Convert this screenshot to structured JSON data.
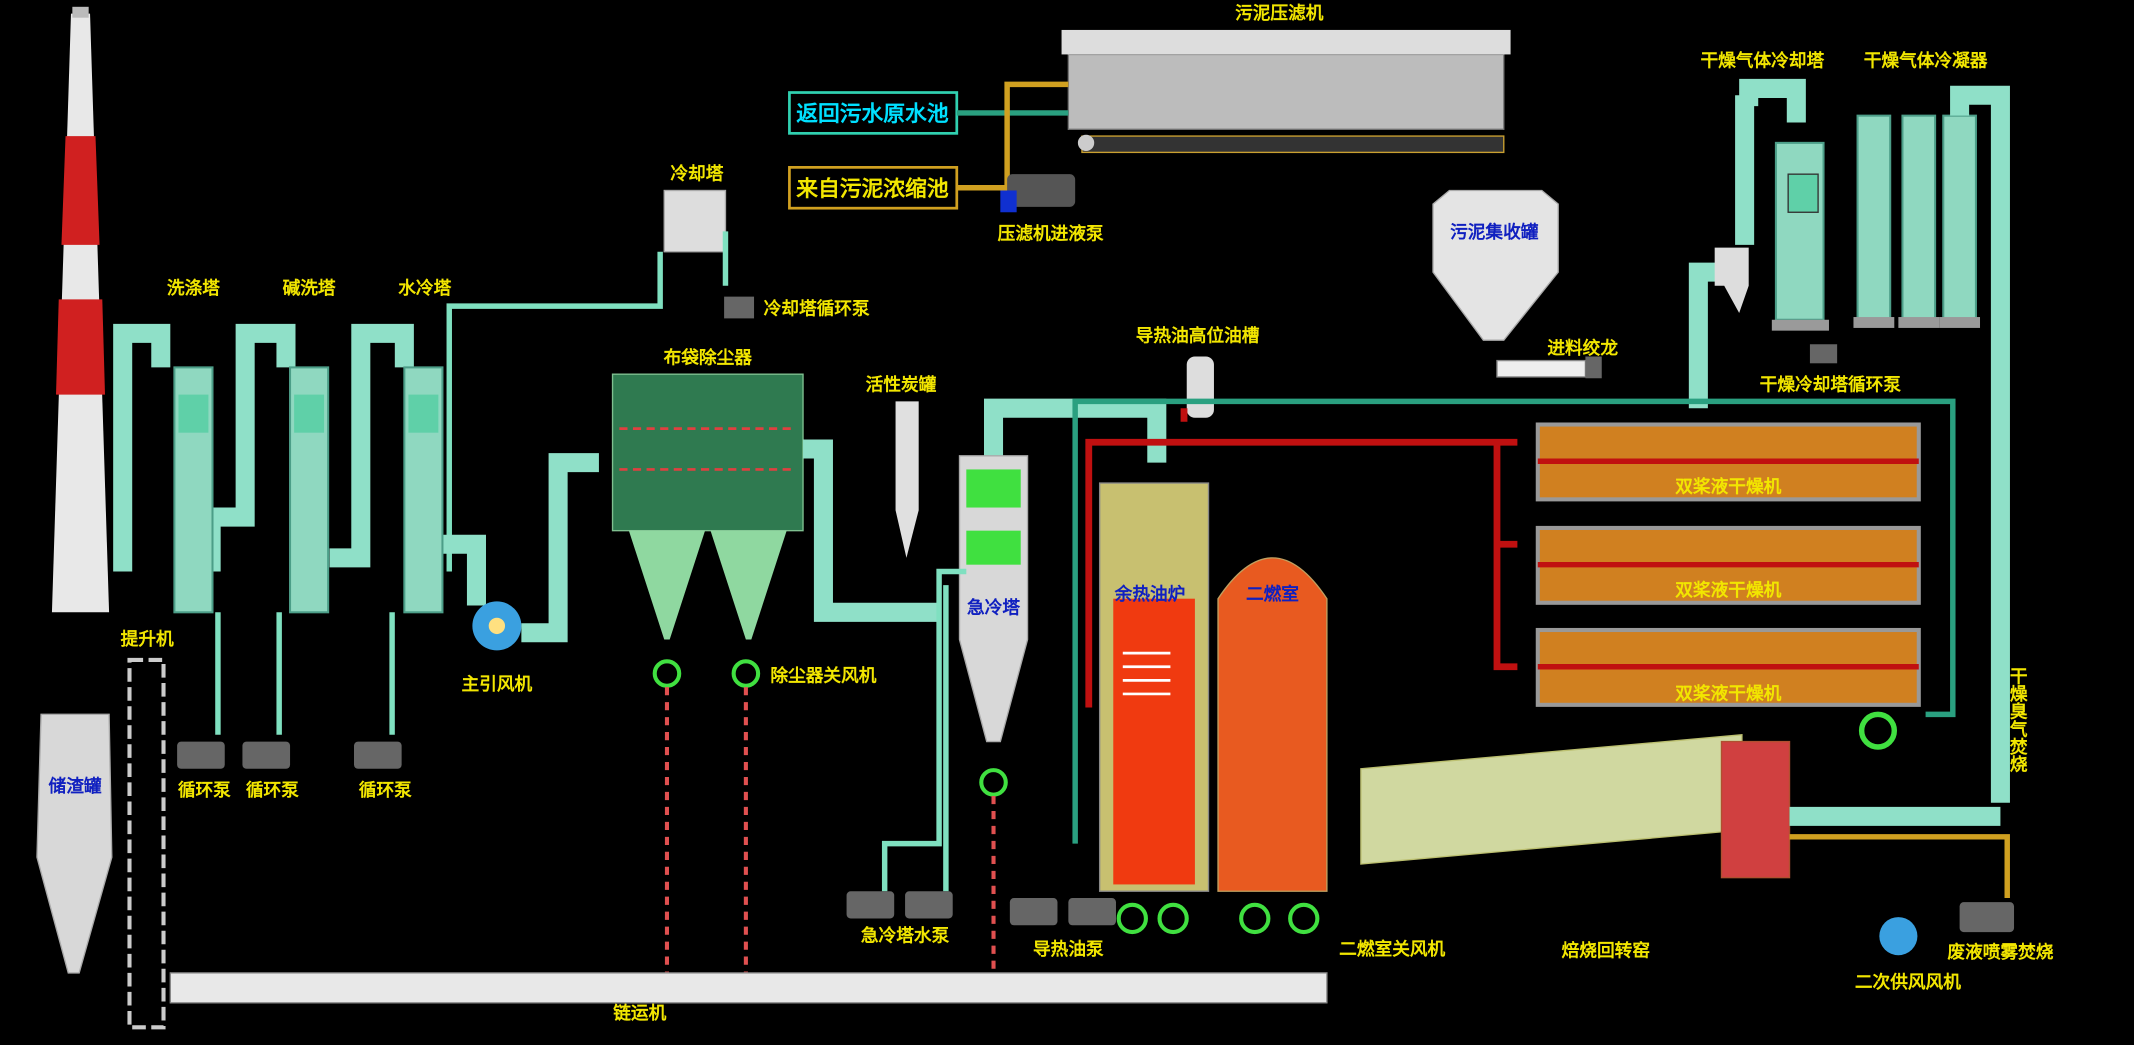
{
  "title": "污泥压滤机",
  "boxes": {
    "return_pool": "返回污水原水池",
    "from_thickener": "来自污泥浓缩池"
  },
  "labels": {
    "filter_feed_pump": "压滤机进液泵",
    "sludge_tank": "污泥集收罐",
    "dry_gas_cooling_tower": "干燥气体冷却塔",
    "dry_gas_condenser": "干燥气体冷凝器",
    "dry_cooling_pump": "干燥冷却塔循环泵",
    "feed_screw": "进料绞龙",
    "cooling_tower": "冷却塔",
    "cooling_tower_pump": "冷却塔循环泵",
    "wash_tower": "洗涤塔",
    "alkali_tower": "碱洗塔",
    "water_cool_tower": "水冷塔",
    "bag_filter": "布袋除尘器",
    "carbon_tank": "活性炭罐",
    "oil_tank": "导热油高位油槽",
    "dryers": [
      "双桨液干燥机",
      "双桨液干燥机",
      "双桨液干燥机"
    ],
    "quench_tower": "急冷塔",
    "heat_oil_furnace": "余热油炉",
    "secondary_chamber": "二燃室",
    "main_fan": "主引风机",
    "dust_valve": "除尘器关风机",
    "elevator": "提升机",
    "slag_tank": "储渣罐",
    "circ_pumps": [
      "循环泵",
      "循环泵",
      "循环泵"
    ],
    "quench_pump": "急冷塔水泵",
    "oil_pump": "导热油泵",
    "chamber_valve": "二燃室关风机",
    "rotary_kiln": "焙烧回转窑",
    "secondary_fan": "二次供风风机",
    "waste_liquid": "废液喷雾焚烧",
    "chain_conveyor": "链运机",
    "odor_incineration": "干燥臭气焚烧"
  }
}
